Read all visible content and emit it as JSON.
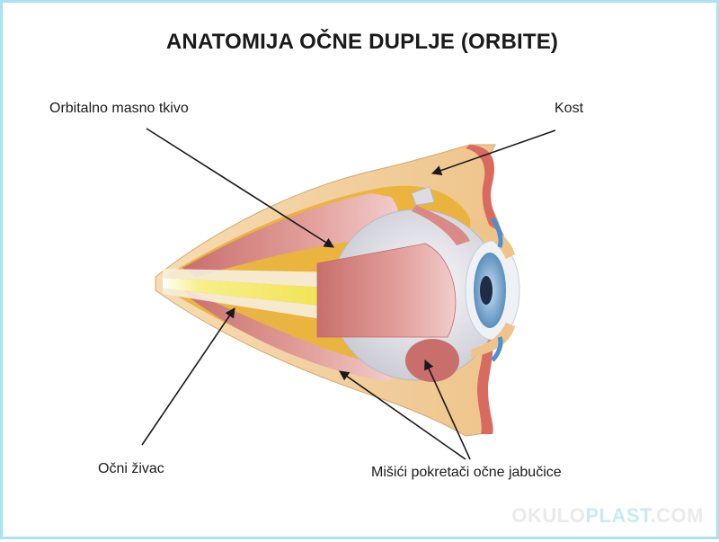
{
  "title": "ANATOMIJA OČNE DUPLJE (ORBITE)",
  "labels": {
    "fat": "Orbitalno masno tkivo",
    "bone": "Kost",
    "nerve": "Očni živac",
    "muscles": "Mišići pokretači očne jabučice"
  },
  "watermark": {
    "part1": "OKULO",
    "part2": "PLAST",
    "part3": ".COM"
  },
  "colors": {
    "frame": "#a9e3ef",
    "bone": "#f1cf9c",
    "fat": "#e9b23a",
    "muscle": "#d98a86",
    "sclera": "#e6e6ea",
    "iris": "#6f9fc8",
    "nerve": "#f4ea6a"
  }
}
